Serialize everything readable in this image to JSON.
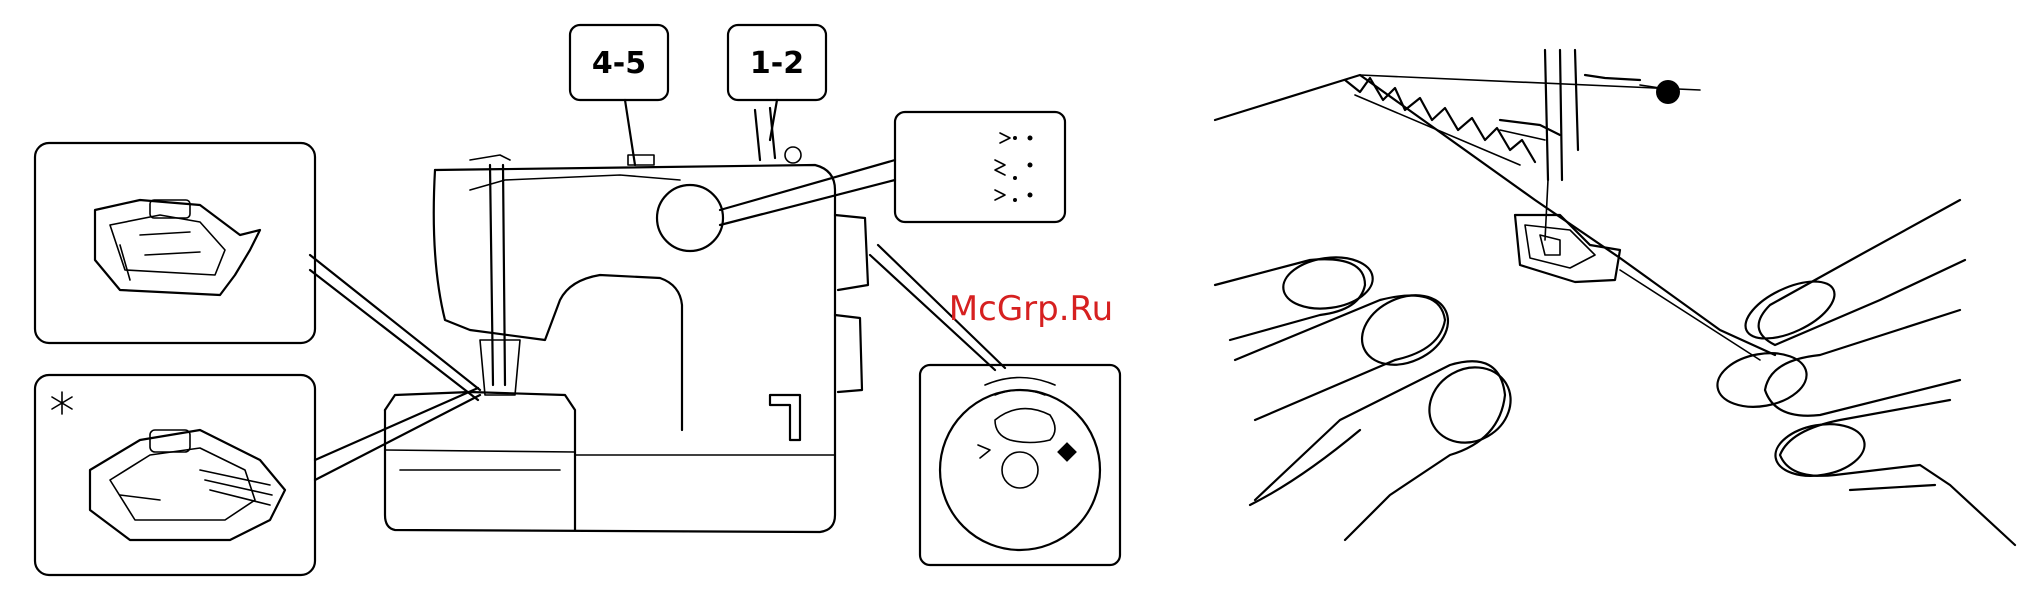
{
  "labels": {
    "speed_setting": "4-5",
    "stitch_length": "1-2"
  },
  "watermark": "McGrp.Ru",
  "icons": {
    "special_foot_marker": "asterisk-icon"
  },
  "colors": {
    "line": "#000000",
    "background": "#ffffff",
    "watermark": "#d62020"
  }
}
